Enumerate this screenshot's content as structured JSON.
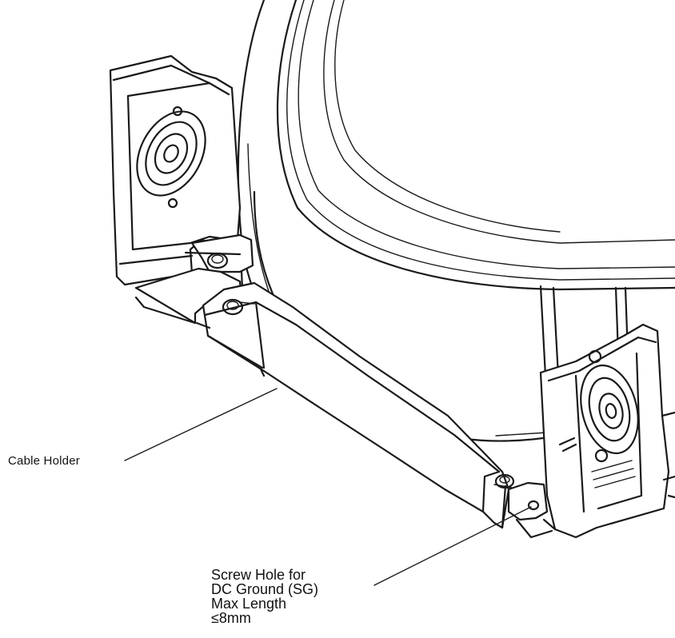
{
  "labels": {
    "cable_holder": "Cable Holder",
    "screw_hole": [
      "Screw Hole for",
      "DC Ground (SG)",
      "Max Length",
      "≤8mm"
    ]
  }
}
